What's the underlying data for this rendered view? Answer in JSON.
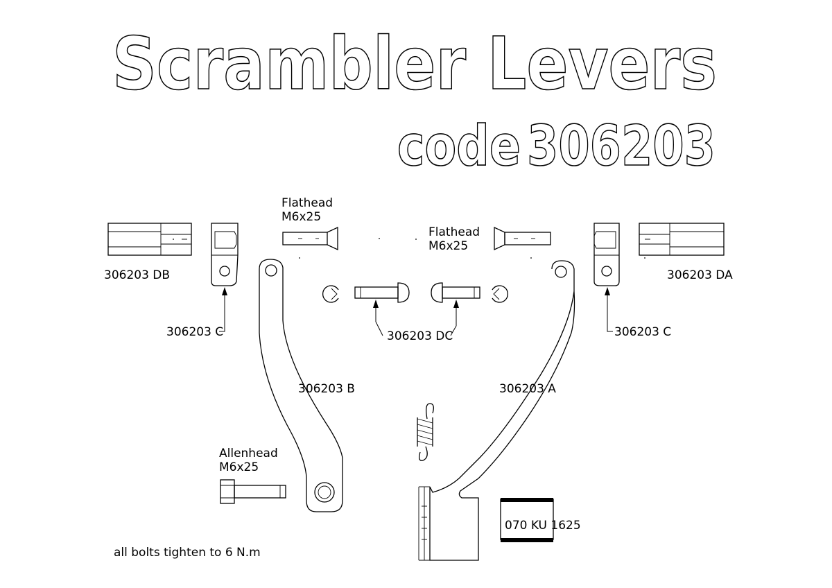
{
  "title": "Scrambler Levers",
  "code_word": "code",
  "code_number": "306203",
  "labels": {
    "flathead_left_1": "Flathead",
    "flathead_left_2": "M6x25",
    "flathead_right_1": "Flathead",
    "flathead_right_2": "M6x25",
    "part_db": "306203 DB",
    "part_da": "306203 DA",
    "part_c_left": "306203 C",
    "part_c_right": "306203 C",
    "part_dc": "306203 DC",
    "part_b": "306203 B",
    "part_a": "306203 A",
    "allenhead_1": "Allenhead",
    "allenhead_2": "M6x25",
    "ku_code": "070 KU 1625",
    "note": "all bolts tighten to 6 N.m"
  }
}
